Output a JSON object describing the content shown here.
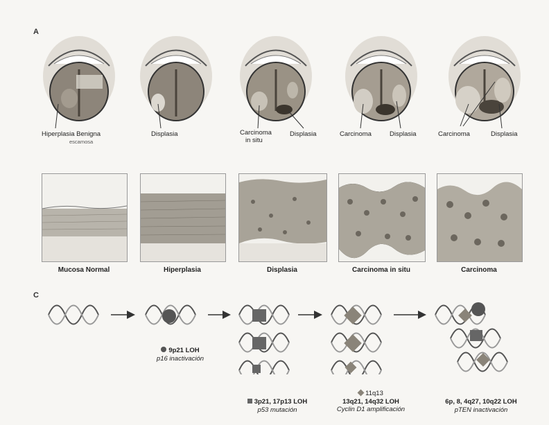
{
  "panel_a": {
    "letter": "A",
    "stages": [
      {
        "labels": [
          "Hiperplasia Benigna",
          "escamosa"
        ]
      },
      {
        "labels": [
          "Displasia"
        ]
      },
      {
        "labels": [
          "Carcinoma",
          "in situ",
          "Displasia"
        ]
      },
      {
        "labels": [
          "Carcinoma",
          "Displasia"
        ]
      },
      {
        "labels": [
          "Carcinoma",
          "Displasia"
        ]
      }
    ]
  },
  "panel_b": {
    "histology": [
      "Mucosa Normal",
      "Hiperplasia",
      "Displasia",
      "Carcinoma in situ",
      "Carcinoma"
    ]
  },
  "panel_c": {
    "letter": "C",
    "markers": [
      {
        "line1": "9p21 LOH",
        "line2": "p16 inactivación"
      },
      {
        "line1": "3p21, 17p13 LOH",
        "line2": "p53 mutación"
      },
      {
        "line0": "11q13",
        "line1": "13q21, 14q32 LOH",
        "line2": "Cyclin D1 amplificación"
      },
      {
        "line1": "6p, 8, 4q27, 10q22 LOH",
        "line2": "pTEN inactivación"
      }
    ]
  },
  "colors": {
    "ink": "#222222",
    "mouth_outer": "#d9d4cc",
    "tongue": "#8c8478",
    "paper": "#f7f6f3"
  }
}
